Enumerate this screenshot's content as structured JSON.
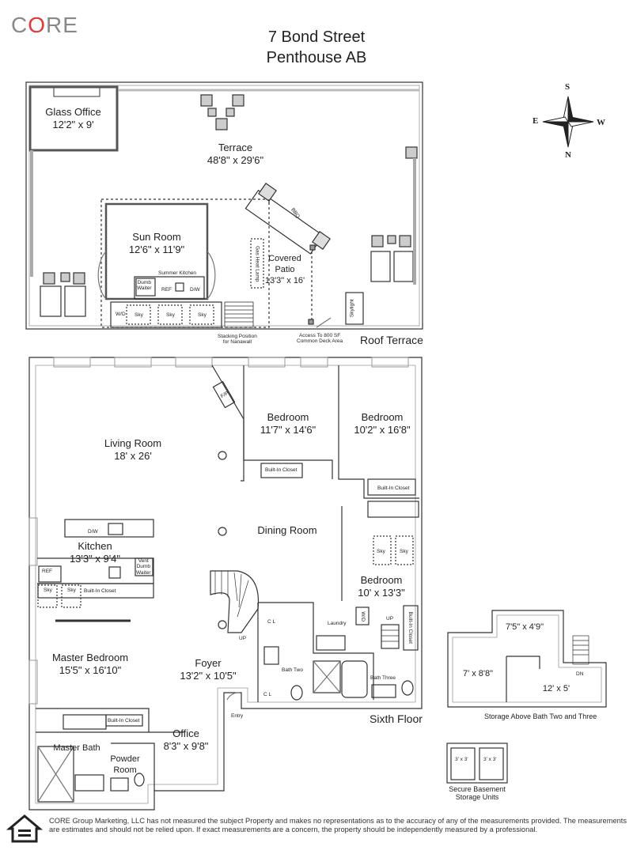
{
  "brand": {
    "logo_c": "C",
    "logo_o": "O",
    "logo_re": "RE",
    "accent": "#e03a3a",
    "logo_gray": "#888888"
  },
  "header": {
    "address": "7 Bond Street",
    "unit": "Penthouse AB"
  },
  "compass": {
    "s": "S",
    "n": "N",
    "e": "E",
    "w": "W"
  },
  "roof": {
    "section": "Roof Terrace",
    "glass_office": {
      "name": "Glass Office",
      "size": "12'2\" x 9'"
    },
    "terrace": {
      "name": "Terrace",
      "size": "48'8\" x 29'6\""
    },
    "sun_room": {
      "name": "Sun Room",
      "size": "12'6\" x 11'9\""
    },
    "covered_patio": {
      "name": "Covered",
      "name2": "Patio",
      "size": "13'3\" x 16'"
    },
    "summer_kitchen": "Summer Kitchen",
    "dumb_waiter": {
      "l1": "Dumb",
      "l2": "Waiter"
    },
    "ref": "REF",
    "dw": "D/W",
    "sky": "Sky",
    "bbq": "BBQ",
    "gas_heat_lamp": "Gas Heat Lamp",
    "skylight": "Skylight",
    "wd": "W/D",
    "stacking": {
      "l1": "Stacking Position",
      "l2": "for Nanawall"
    },
    "access": {
      "l1": "Access To 800 SF",
      "l2": "Common Deck Area"
    }
  },
  "sixth": {
    "section": "Sixth Floor",
    "living_room": {
      "name": "Living Room",
      "size": "18' x 26'"
    },
    "bedroom1": {
      "name": "Bedroom",
      "size": "11'7\" x 14'6\""
    },
    "bedroom2": {
      "name": "Bedroom",
      "size": "10'2\" x 16'8\""
    },
    "bedroom3": {
      "name": "Bedroom",
      "size": "10' x 13'3\""
    },
    "dining_room": {
      "name": "Dining Room"
    },
    "kitchen": {
      "name": "Kitchen",
      "size": "13'3\" x 9'4\""
    },
    "master_bedroom": {
      "name": "Master Bedroom",
      "size": "15'5\" x 16'10\""
    },
    "foyer": {
      "name": "Foyer",
      "size": "13'2\" x 10'5\""
    },
    "office": {
      "name": "Office",
      "size": "8'3\" x 9'8\""
    },
    "master_bath": "Master Bath",
    "powder_room": {
      "l1": "Powder",
      "l2": "Room"
    },
    "built_in_closet": "Built-In Closet",
    "bath_two": "Bath Two",
    "bath_three": "Bath Three",
    "laundry": "Laundry",
    "cl": "C L",
    "wd": "W/D",
    "ref": "REF",
    "dw": "D/W",
    "sky": "Sky",
    "fp": "F/P",
    "vent_dumb_waiter": {
      "l1": "Vent",
      "l2": "Dumb",
      "l3": "Waiter"
    },
    "up": "UP",
    "entry": "Entry"
  },
  "storage": {
    "caption": "Storage Above Bath Two and Three",
    "r1": "7'5\" x 4'9\"",
    "r2": "7' x 8'8\"",
    "r3": "12' x 5'",
    "dn": "DN"
  },
  "basement": {
    "unit1": "3' x 3'",
    "unit2": "3' x 3'",
    "caption_l1": "Secure Basement",
    "caption_l2": "Storage Units"
  },
  "disclaimer": "CORE Group Marketing, LLC has not measured the subject Property and makes no representations as to the accuracy of any of the measurements provided. The measurements are estimates and should not be relied upon. If exact measurements are a concern, the property should be independently measured by a professional."
}
